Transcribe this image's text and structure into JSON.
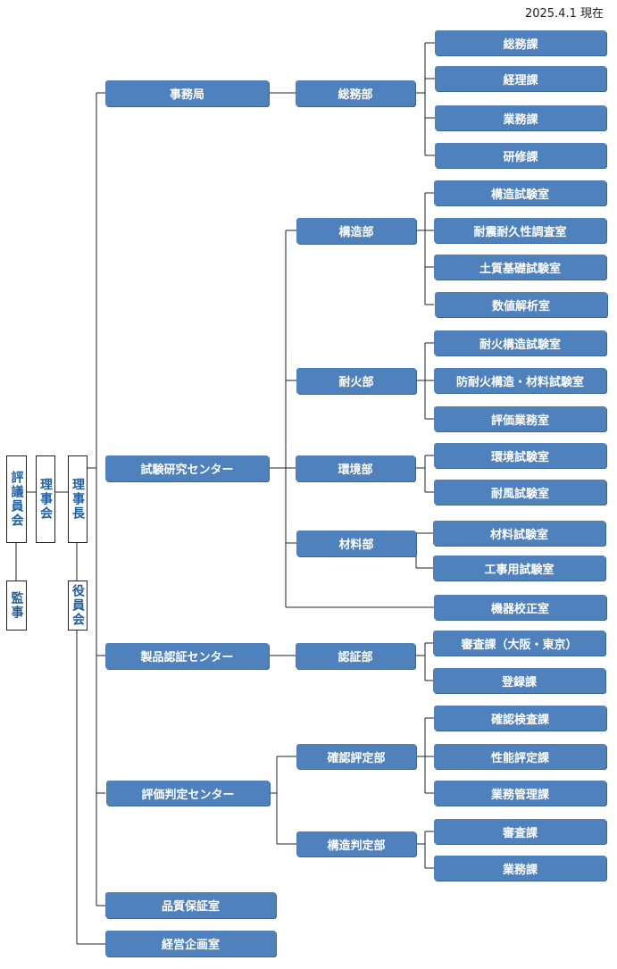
{
  "date": "2025.4.1 現在",
  "left": {
    "council": "評議員会",
    "board": "理事会",
    "chairman": "理事長",
    "auditor": "監事",
    "officers": "役員会"
  },
  "centers": {
    "secretariat": {
      "label": "事務局",
      "depts": {
        "general": {
          "label": "総務部",
          "sections": [
            "総務課",
            "経理課",
            "業務課",
            "研修課"
          ]
        }
      }
    },
    "test_research": {
      "label": "試験研究センター",
      "depts": {
        "structure": {
          "label": "構造部",
          "sections": [
            "構造試験室",
            "耐震耐久性調査室",
            "土質基礎試験室",
            "数値解析室"
          ]
        },
        "fire": {
          "label": "耐火部",
          "sections": [
            "耐火構造試験室",
            "防耐火構造・材料試験室",
            "評価業務室"
          ]
        },
        "environment": {
          "label": "環境部",
          "sections": [
            "環境試験室",
            "耐風試験室"
          ]
        },
        "materials": {
          "label": "材料部",
          "sections": [
            "材料試験室",
            "工事用試験室"
          ]
        },
        "calibration": "機器校正室"
      }
    },
    "product_cert": {
      "label": "製品認証センター",
      "depts": {
        "cert": {
          "label": "認証部",
          "sections": [
            "審査課（大阪・東京）",
            "登録課"
          ]
        }
      }
    },
    "evaluation": {
      "label": "評価判定センター",
      "depts": {
        "confirm": {
          "label": "確認評定部",
          "sections": [
            "確認検査課",
            "性能評定課",
            "業務管理課"
          ]
        },
        "struct_judge": {
          "label": "構造判定部",
          "sections": [
            "審査課",
            "業務課"
          ]
        }
      }
    },
    "quality": "品質保証室",
    "planning": "経営企画室"
  },
  "colors": {
    "box": "#4f81bd",
    "line": "#222222",
    "vtext": "#1f5fa0"
  }
}
